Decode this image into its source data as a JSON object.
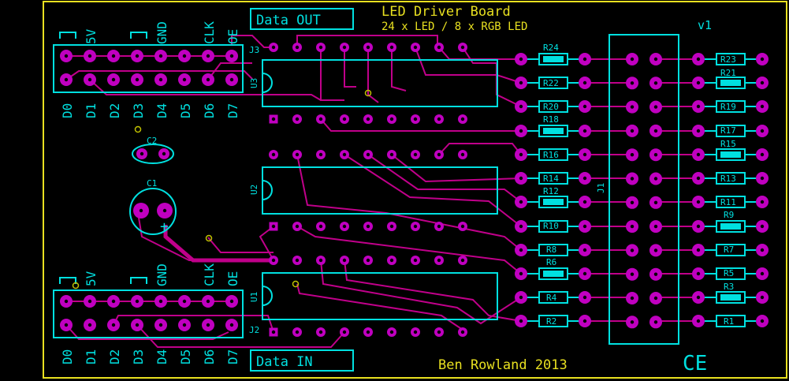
{
  "colors": {
    "background": "#000000",
    "board_edge": "#e8e020",
    "silkscreen": "#00e0e0",
    "copper": "#c000c0",
    "trace": "#c0008a"
  },
  "title": "LED Driver Board",
  "subtitle": "24 x LED / 8 x RGB LED",
  "version": "v1",
  "author": "Ben Rowland 2013",
  "ce_mark": "CE",
  "data_out_label": "Data OUT",
  "data_in_label": "Data IN",
  "connectors": {
    "j3": "J3",
    "j2": "J2",
    "j1": "J1",
    "top_pins": [
      "5V",
      "GND",
      "CLK",
      "OE"
    ],
    "bottom_pins": [
      "D0",
      "D1",
      "D2",
      "D3",
      "D4",
      "D5",
      "D6",
      "D7"
    ]
  },
  "ics": [
    "U3",
    "U2",
    "U1"
  ],
  "capacitors": [
    "C2",
    "C1"
  ],
  "c1_polarity": "+",
  "resistors_left": [
    "R24",
    "R22",
    "R20",
    "R18",
    "R16",
    "R14",
    "R12",
    "R10",
    "R8",
    "R6",
    "R4",
    "R2"
  ],
  "resistors_right": [
    "R23",
    "R21",
    "R19",
    "R17",
    "R15",
    "R13",
    "R11",
    "R9",
    "R7",
    "R5",
    "R3",
    "R1"
  ]
}
